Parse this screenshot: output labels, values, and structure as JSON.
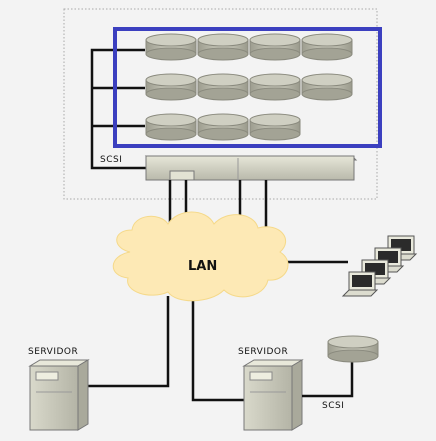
{
  "labels": {
    "scsi_top": "SCSI",
    "lan": "LAN",
    "servidor_left": "SERVIDOR",
    "servidor_right": "SERVIDOR",
    "scsi_bottom": "SCSI"
  },
  "storage": {
    "disk_rows": [
      4,
      4,
      3
    ],
    "highlight_color": "#3b3fbf"
  },
  "clients": {
    "count": 4
  },
  "colors": {
    "cloud": "#fde9b5",
    "disk": "#bcbcae",
    "disk_top": "#cfcfc2",
    "device": "#d6d6c8",
    "line": "#111111"
  }
}
